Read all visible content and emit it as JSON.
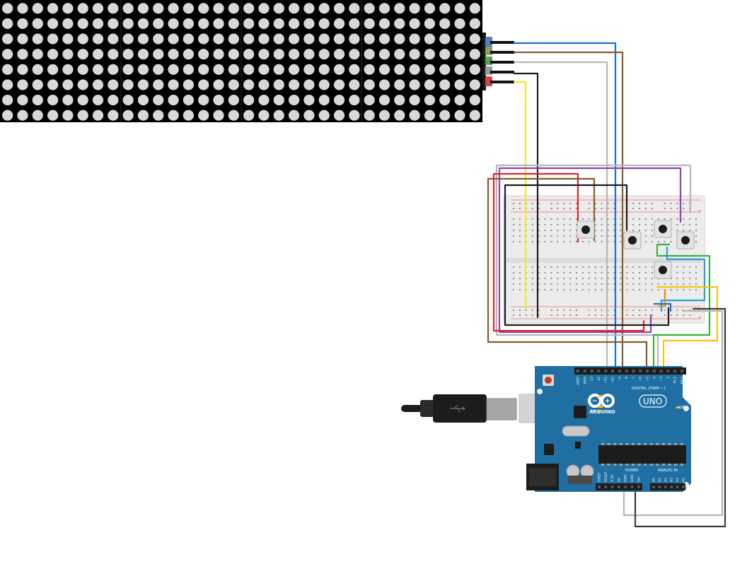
{
  "matrix": {
    "modules": 4,
    "rows": 8,
    "cols_per_module": 8,
    "dot_color": "#d8d8d8",
    "background": "#000000"
  },
  "arduino": {
    "board_color": "#1f6fa3",
    "logo_text": "ARDUINO",
    "model_text": "UNO",
    "digital_label": "DIGITAL (PWM ~)",
    "power_label": "POWER",
    "analog_label": "ANALOG IN",
    "on_label": "ON",
    "top_pin_labels": [
      "AREF",
      "GND",
      "13",
      "12",
      "~11",
      "~10",
      "~9",
      "8",
      "7",
      "~6",
      "~5",
      "4",
      "~3",
      "2",
      "TX 1",
      "RX 0"
    ],
    "power_pin_labels": [
      "IOREF",
      "RESET",
      "3.3V",
      "5V",
      "GND",
      "GND",
      "Vin"
    ],
    "analog_pin_labels": [
      "A0",
      "A1",
      "A2",
      "A3",
      "A4",
      "A5"
    ],
    "led_labels": [
      "L",
      "TX",
      "RX"
    ]
  },
  "breadboard": {
    "color": "#ececec",
    "rail_plus": "+",
    "rail_minus": "-"
  },
  "colors": {
    "blue": "#1a73c9",
    "brown": "#8b5a2b",
    "gray": "#b7b7b7",
    "black": "#1c1c1c",
    "yellow": "#f2e62a",
    "red": "#e0252a",
    "purple": "#8e44ad",
    "green": "#3dae3a",
    "orange": "#f08a17",
    "gold": "#f2c418",
    "cyan": "#2b9ed8"
  }
}
